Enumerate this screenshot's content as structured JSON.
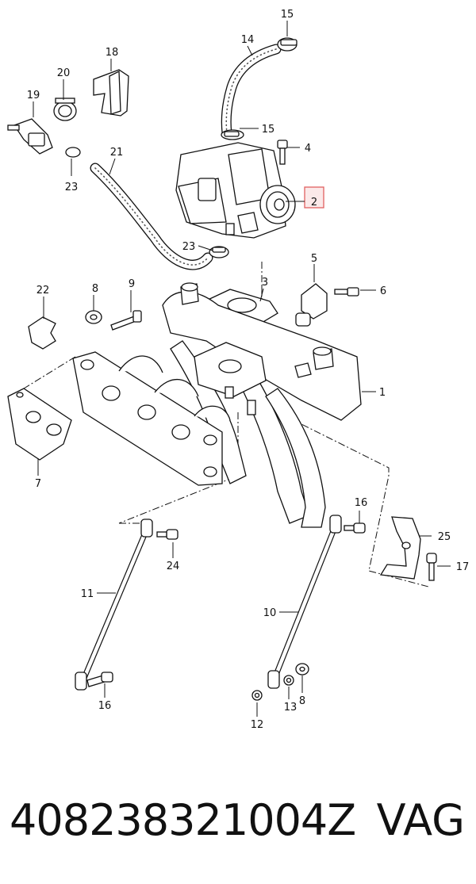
{
  "callouts": {
    "c1": "1",
    "c2": "2",
    "c3": "3",
    "c4": "4",
    "c5": "5",
    "c6": "6",
    "c7": "7",
    "c8a": "8",
    "c8b": "8",
    "c9": "9",
    "c10": "10",
    "c11": "11",
    "c12": "12",
    "c13": "13",
    "c14": "14",
    "c15a": "15",
    "c15b": "15",
    "c16a": "16",
    "c16b": "16",
    "c17": "17",
    "c18": "18",
    "c19": "19",
    "c20": "20",
    "c21": "21",
    "c22": "22",
    "c23a": "23",
    "c23b": "23",
    "c24": "24",
    "c25": "25"
  },
  "highlight_color": "#e06060",
  "footer": {
    "part_number": "408238321004Z",
    "brand": "VAG"
  }
}
